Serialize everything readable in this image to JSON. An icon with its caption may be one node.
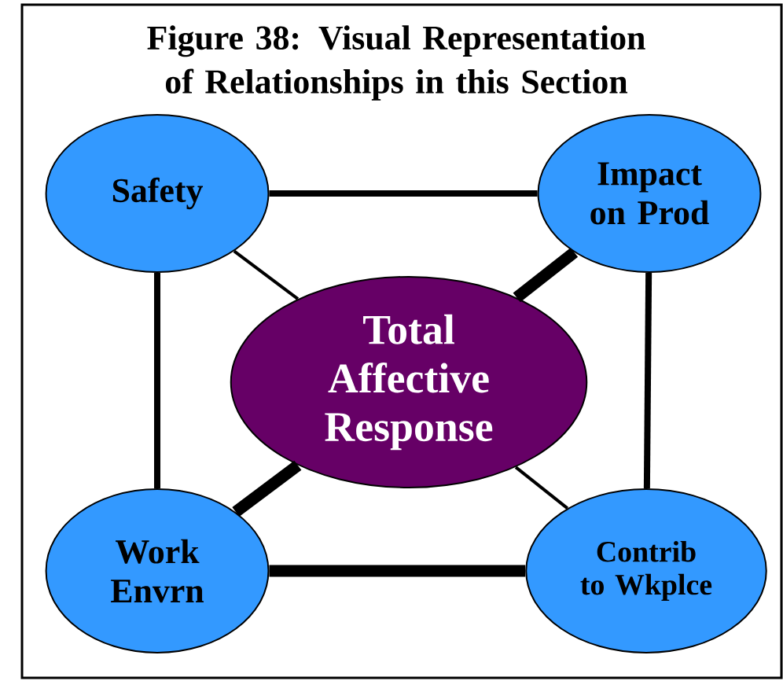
{
  "diagram": {
    "title": "Figure 38: Visual Representation of Relationships in this Section",
    "nodes": [
      {
        "text": [
          "Safety"
        ]
      },
      {
        "text": [
          "Impact on Prod"
        ]
      },
      {
        "text": [
          "Total Affective Response"
        ]
      },
      {
        "text": [
          "Work Envrn"
        ]
      },
      {
        "text": [
          "Contrib to Wkplce"
        ]
      }
    ],
    "edges": [
      {
        "from": 0,
        "to": 1,
        "arrow": "none"
      },
      {
        "from": 0,
        "to": 2,
        "arrow": "none"
      },
      {
        "from": 1,
        "to": 2,
        "arrow": "none",
        "style": "thick"
      },
      {
        "from": 0,
        "to": 3,
        "arrow": "none"
      },
      {
        "from": 1,
        "to": 4,
        "arrow": "none"
      },
      {
        "from": 2,
        "to": 3,
        "arrow": "none",
        "style": "thick"
      },
      {
        "from": 2,
        "to": 4,
        "arrow": "none"
      },
      {
        "from": 3,
        "to": 4,
        "arrow": "none",
        "style": "thick"
      }
    ]
  }
}
